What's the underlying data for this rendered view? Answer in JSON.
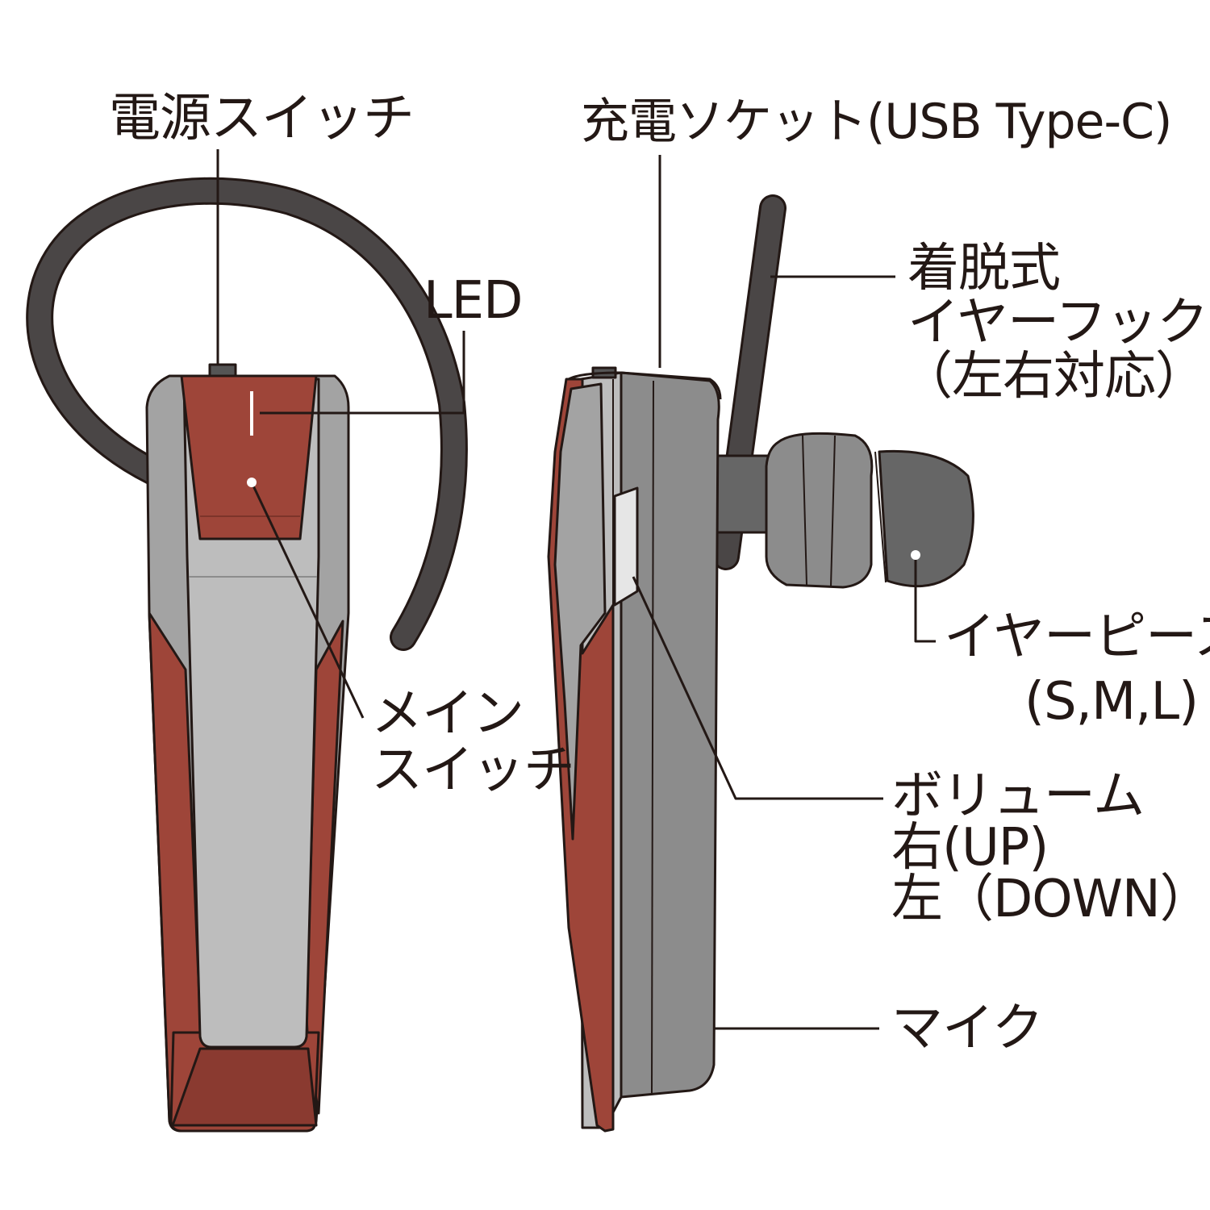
{
  "colors": {
    "shell_red": "#9e4539",
    "shell_red_dark": "#8a3a30",
    "grey_light": "#bdbdbd",
    "grey_mid": "#a3a3a3",
    "grey_dark": "#8c8c8c",
    "hook": "#4a4646",
    "eartip": "#666666",
    "outline": "#231815"
  },
  "labels": {
    "power_switch": "電源スイッチ",
    "led": "LED",
    "main_switch": [
      "メイン",
      "スイッチ"
    ],
    "charging_socket": "充電ソケット(USB Type-C)",
    "ear_hook": [
      "着脱式",
      "イヤーフック",
      "（左右対応）"
    ],
    "earpiece": "イヤーピース",
    "earpiece_sizes": "(S,M,L)",
    "volume": [
      "ボリューム",
      "右(UP)",
      "左（DOWN）"
    ],
    "mic": "マイク"
  }
}
